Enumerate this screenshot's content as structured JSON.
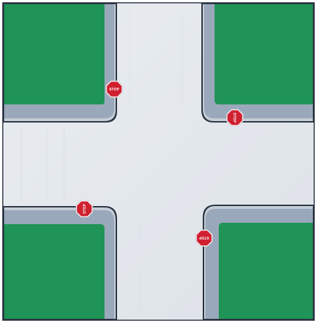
{
  "colors": {
    "background": "#ffffff",
    "road": "#e4e8ec",
    "road_streak": "#d2d8de",
    "grass": "#1f9456",
    "grass_dark": "#167a45",
    "curb": "#9aa8bb",
    "curb_edge": "#c4ccd6",
    "outline": "#2a3340",
    "sign_fill": "#cf2030",
    "sign_border": "#ffffff",
    "sign_text": "#ffffff"
  },
  "blocks": [
    {
      "id": "top-left",
      "corner": "bottom-right"
    },
    {
      "id": "top-right",
      "corner": "bottom-left"
    },
    {
      "id": "bottom-left",
      "corner": "top-right"
    },
    {
      "id": "bottom-right",
      "corner": "top-left"
    }
  ],
  "signs": [
    {
      "id": "top-left",
      "text": "STOP",
      "facing": "up",
      "icon": "stop-sign-icon"
    },
    {
      "id": "top-right",
      "text": "STOP",
      "facing": "right",
      "icon": "stop-sign-icon"
    },
    {
      "id": "bottom-left",
      "text": "STOP",
      "facing": "left",
      "icon": "stop-sign-icon"
    },
    {
      "id": "bottom-right",
      "text": "STOP",
      "facing": "down",
      "icon": "stop-sign-icon"
    }
  ]
}
